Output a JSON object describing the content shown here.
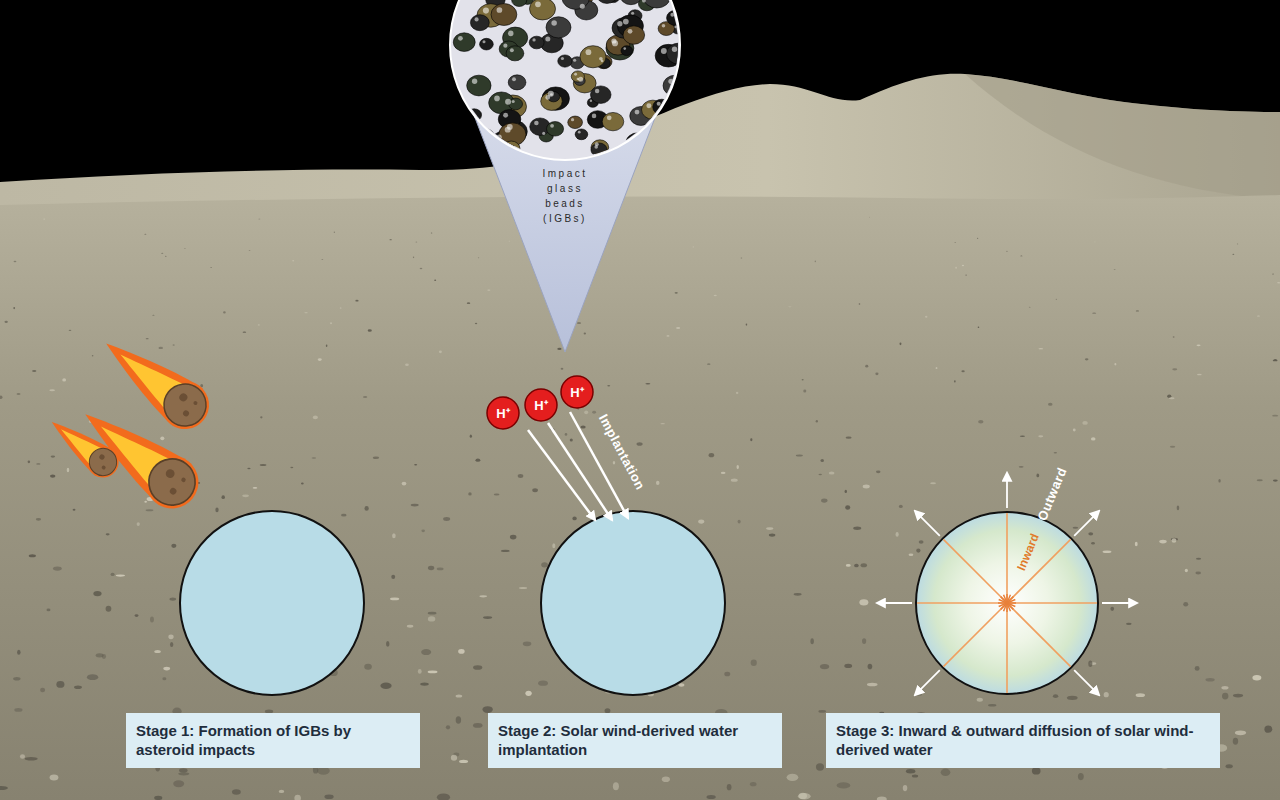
{
  "diagram": {
    "nodes": [
      {
        "text": [
          "Impact glass beads (IGBs)"
        ]
      },
      {
        "text": [
          "H⁺"
        ]
      },
      {
        "text": [
          "H⁺"
        ]
      },
      {
        "text": [
          "H⁺"
        ]
      },
      {
        "text": [
          "Inward"
        ]
      },
      {
        "text": [
          "Stage 1: Formation of IGBs by asteroid impacts"
        ]
      },
      {
        "text": [
          "Stage 2: Solar wind-derived water implantation"
        ]
      },
      {
        "text": [
          "Stage 3: Inward & outward diffusion of solar wind-derived water"
        ]
      }
    ],
    "labels": [
      "Implantation",
      "Outward"
    ]
  }
}
